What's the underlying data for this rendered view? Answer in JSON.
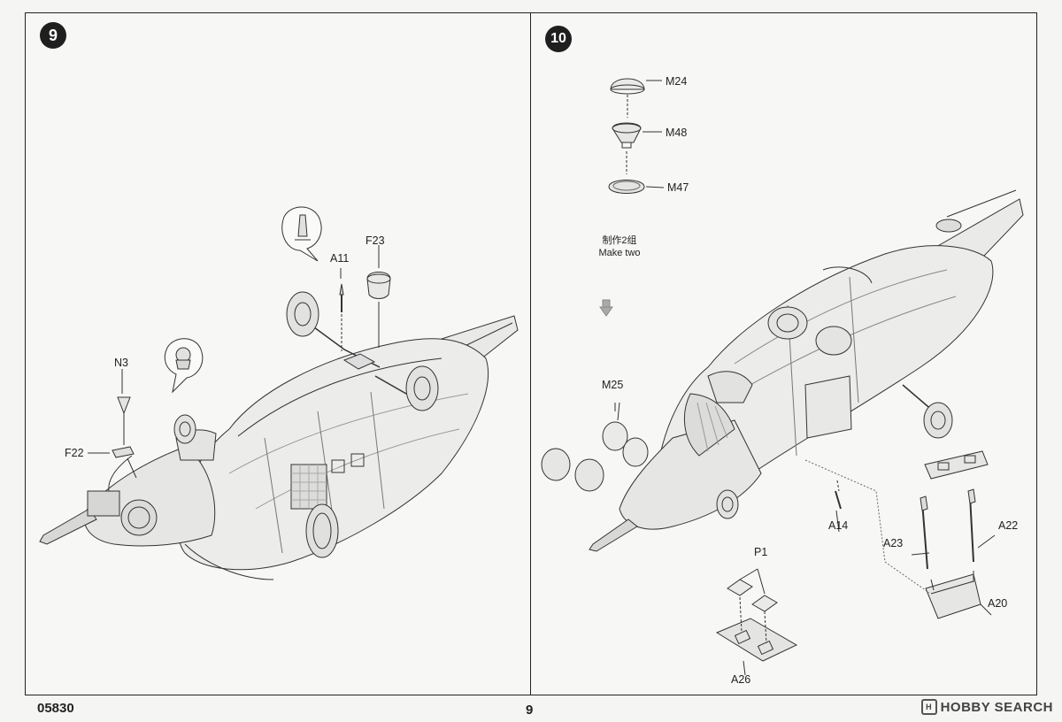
{
  "page": {
    "catalog_number": "05830",
    "page_number": "9",
    "watermark": "HOBBY SEARCH"
  },
  "step9": {
    "number": "9",
    "parts": {
      "a11": "A11",
      "f23": "F23",
      "n3": "N3",
      "f22": "F22"
    }
  },
  "step10": {
    "number": "10",
    "parts": {
      "m24": "M24",
      "m48": "M48",
      "m47": "M47",
      "m25": "M25",
      "a14": "A14",
      "a22": "A22",
      "a23": "A23",
      "a20": "A20",
      "p1": "P1",
      "a26": "A26"
    },
    "note_cn": "制作2组",
    "note_en": "Make two"
  }
}
